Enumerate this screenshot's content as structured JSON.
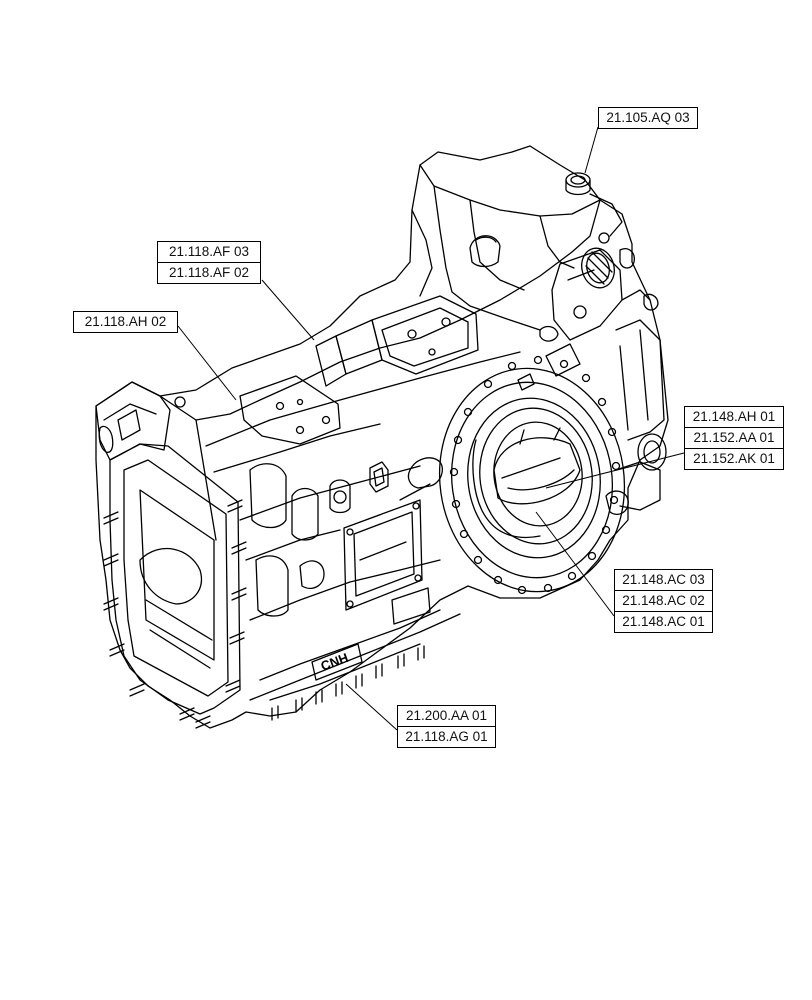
{
  "callouts": [
    {
      "id": "c1",
      "labels": [
        "21.105.AQ 03"
      ]
    },
    {
      "id": "c2",
      "labels": [
        "21.118.AF 03",
        "21.118.AF 02"
      ]
    },
    {
      "id": "c3",
      "labels": [
        "21.118.AH 02"
      ]
    },
    {
      "id": "c4",
      "labels": [
        "21.148.AH 01",
        "21.152.AA 01",
        "21.152.AK 01"
      ]
    },
    {
      "id": "c5",
      "labels": [
        "21.148.AC 03",
        "21.148.AC 02",
        "21.148.AC 01"
      ]
    },
    {
      "id": "c6",
      "labels": [
        "21.200.AA 01",
        "21.118.AG 01"
      ]
    }
  ],
  "logo_text": "CNH",
  "colors": {
    "line": "#000000",
    "background": "#ffffff"
  }
}
